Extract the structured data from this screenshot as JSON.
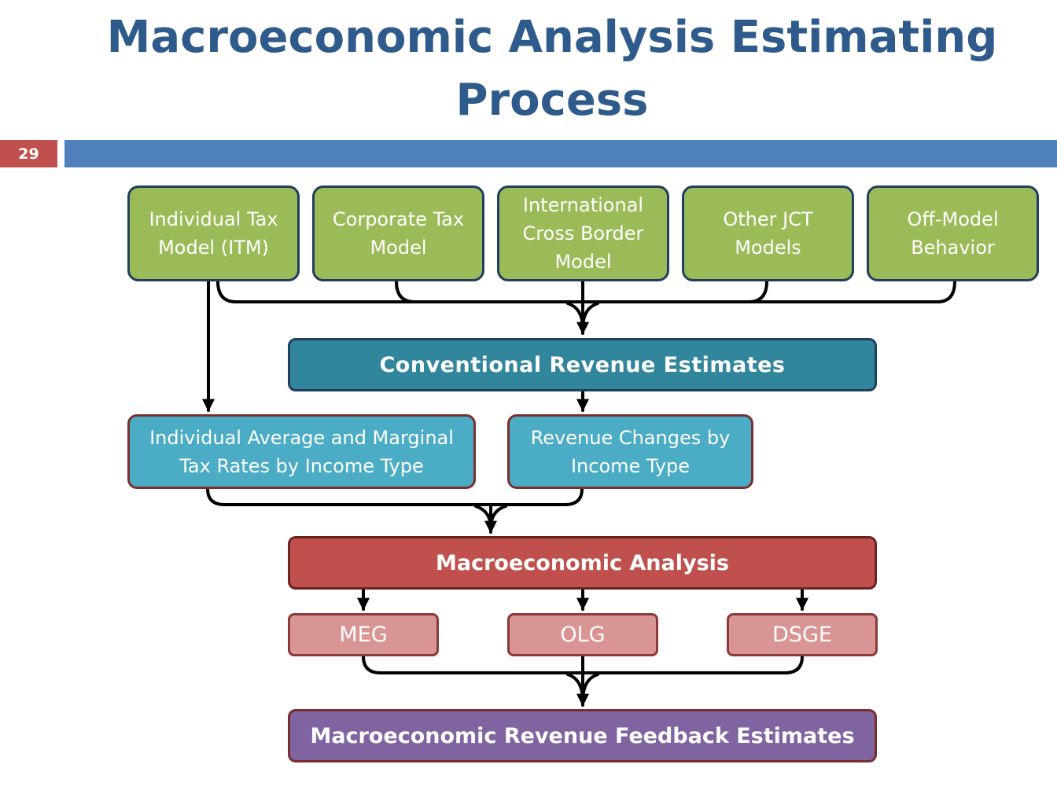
{
  "slide": {
    "title_line1": "Macroeconomic Analysis Estimating",
    "title_line2": "Process",
    "slide_number": "29"
  },
  "diagram": {
    "models": [
      {
        "line1": "Individual Tax",
        "line2": "Model (ITM)"
      },
      {
        "line1": "Corporate Tax",
        "line2": "Model"
      },
      {
        "line1": "International",
        "line2": "Cross Border",
        "line3": "Model"
      },
      {
        "line1": "Other JCT",
        "line2": "Models"
      },
      {
        "line1": "Off-Model",
        "line2": "Behavior"
      }
    ],
    "conventional": "Conventional Revenue Estimates",
    "rates": {
      "line1": "Individual Average and Marginal",
      "line2": "Tax Rates by Income Type"
    },
    "changes": {
      "line1": "Revenue Changes by",
      "line2": "Income Type"
    },
    "macro": "Macroeconomic Analysis",
    "submodels": [
      "MEG",
      "OLG",
      "DSGE"
    ],
    "feedback": "Macroeconomic Revenue Feedback Estimates"
  },
  "colors": {
    "title": "#2f5b8c",
    "accent_red": "#c0504d",
    "accent_blue": "#4f81bd",
    "model_green": "#9bbb59",
    "conventional_teal": "#31859c",
    "intermediate_blue": "#4bacc6",
    "submodel_pink": "#d99594",
    "feedback_purple": "#8064a2"
  }
}
